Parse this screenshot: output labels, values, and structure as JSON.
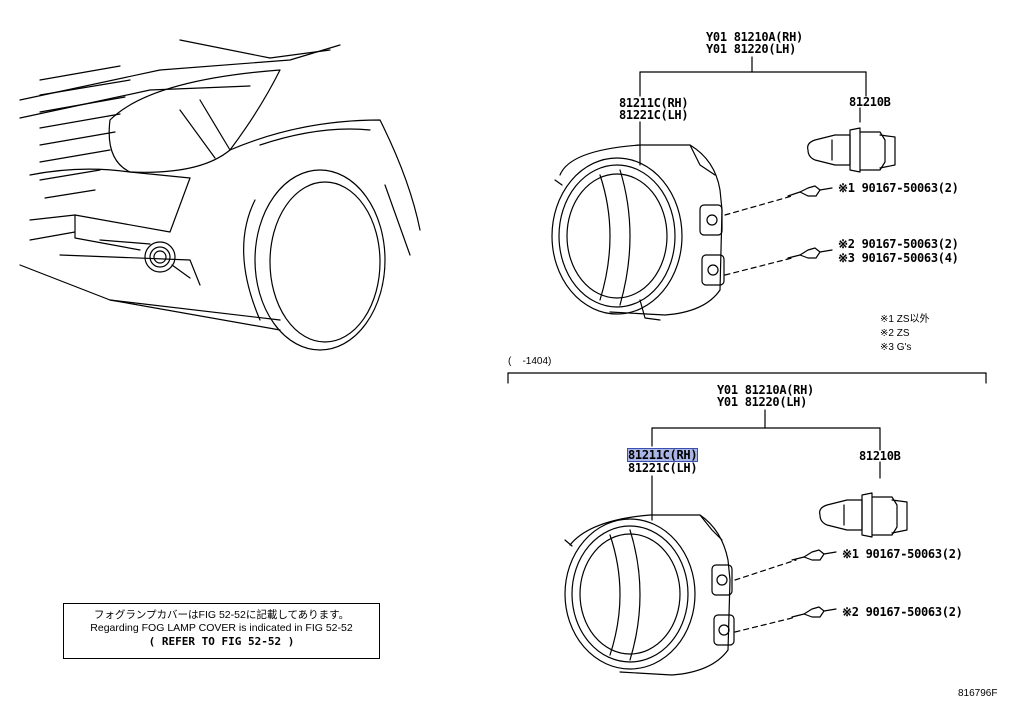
{
  "top_group": {
    "assembly_rh": "Y01 81210A(RH)",
    "assembly_lh": "Y01 81220(LH)",
    "lamp_unit_rh": "81211C(RH)",
    "lamp_unit_lh": "81221C(LH)",
    "bulb": "81210B",
    "screw_1": "※1 90167-50063(2)",
    "screw_2": "※2 90167-50063(2)",
    "screw_3": "※3 90167-50063(4)"
  },
  "legend": {
    "note_1": "※1 ZS以外",
    "note_2": "※2 ZS",
    "note_3": "※3 G's"
  },
  "bottom_group": {
    "range_label": "(    -1404)",
    "assembly_rh": "Y01 81210A(RH)",
    "assembly_lh": "Y01 81220(LH)",
    "lamp_unit_rh": "81211C(RH)",
    "lamp_unit_lh": "81221C(LH)",
    "bulb": "81210B",
    "screw_1": "※1 90167-50063(2)",
    "screw_2": "※2 90167-50063(2)"
  },
  "note": {
    "jp": "フォグランプカバーはFIG 52-52に記載してあります。",
    "en": "Regarding FOG LAMP COVER is indicated in FIG 52-52",
    "ref": "( REFER TO FIG 52-52 )"
  },
  "figure_id": "816796F"
}
